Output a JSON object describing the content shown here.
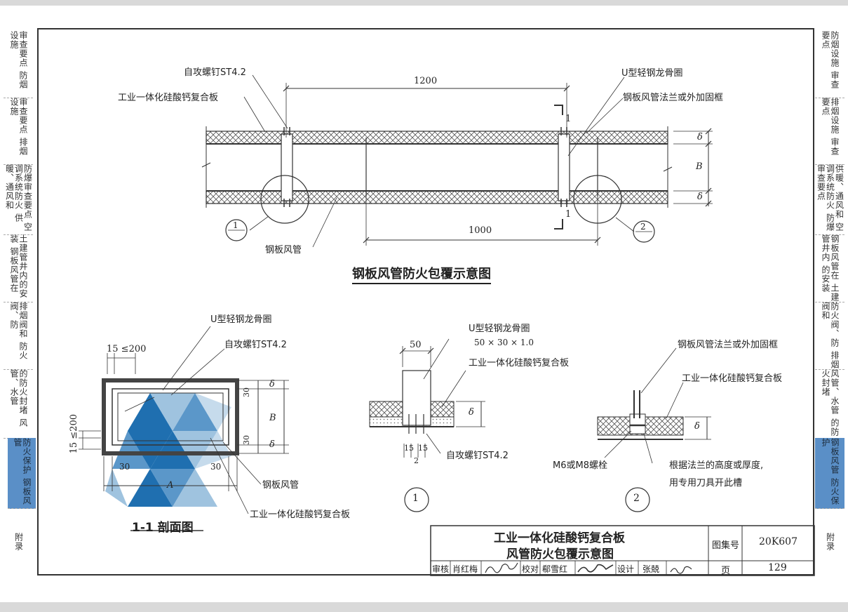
{
  "side_tabs_left": [
    "审查要点 防烟设施",
    "审查要点 排烟设施",
    "防爆审查要点 空调系统防火 供暖、通风和",
    "土建管井内的安装 钢板风管在",
    "排烟阀和 防火阀、防",
    "的防火封堵 风管、水管",
    "防火保护 钢板风管",
    "附录"
  ],
  "side_tabs_right": [
    "防烟设施 审查要点",
    "排烟设施 审查要点",
    "供暖、通风和 空调系统防火 防爆审查要点",
    "钢板风管在 土建管井内 的安装",
    "防火阀、防 排烟阀和",
    "风管、水管 的防火封堵",
    "钢板风管 防火保护",
    "附录"
  ],
  "top_view": {
    "title": "钢板风管防火包覆示意图",
    "labels": {
      "screw": "自攻螺钉ST4.2",
      "board": "工业一体化硅酸钙复合板",
      "ukeel": "U型轻钢龙骨圈",
      "flange": "钢板风管法兰或外加固框",
      "duct": "钢板风管"
    },
    "dims": {
      "d1200": "1200",
      "d1000": "1000",
      "delta": "δ",
      "B": "B",
      "sec": "1"
    },
    "callouts": {
      "c1": "1",
      "c2": "2"
    }
  },
  "section_view": {
    "title": "1-1 剖面图",
    "labels": {
      "ukeel": "U型轻钢龙骨圈",
      "screw": "自攻螺钉ST4.2",
      "duct": "钢板风管",
      "board": "工业一体化硅酸钙复合板"
    },
    "dims": {
      "top": "15 ≤200",
      "left": "15 ≤200",
      "d30a": "30",
      "d30b": "30",
      "d30c": "30",
      "d30d": "30",
      "delta": "δ",
      "B": "B",
      "A": "A"
    }
  },
  "detail1": {
    "num": "1",
    "labels": {
      "ukeel": "U型轻钢龙骨圈",
      "keel_size": "50 × 30 × 1.0",
      "board": "工业一体化硅酸钙复合板",
      "screw": "自攻螺钉ST4.2"
    },
    "dims": {
      "w50": "50",
      "d15a": "15",
      "d15b": "15",
      "d2": "2",
      "delta": "δ"
    }
  },
  "detail2": {
    "num": "2",
    "labels": {
      "flange": "钢板风管法兰或外加固框",
      "board": "工业一体化硅酸钙复合板",
      "bolt": "M6或M8螺栓",
      "note1": "根据法兰的高度或厚度,",
      "note2": "用专用刀具开此槽"
    },
    "dims": {
      "delta": "δ"
    }
  },
  "title_block": {
    "title1": "工业一体化硅酸钙复合板",
    "title2": "风管防火包覆示意图",
    "atlas_label": "图集号",
    "atlas_no": "20K607",
    "page_label": "页",
    "page_no": "129",
    "review": "审核",
    "reviewer": "肖红梅",
    "check": "校对",
    "checker": "郗雪红",
    "design": "设计",
    "designer": "张兢"
  },
  "colors": {
    "tab_active": "#5a8fc7",
    "watermark_dark": "#1f6fb0",
    "watermark_light": "#9fc3df",
    "line": "#333333"
  }
}
